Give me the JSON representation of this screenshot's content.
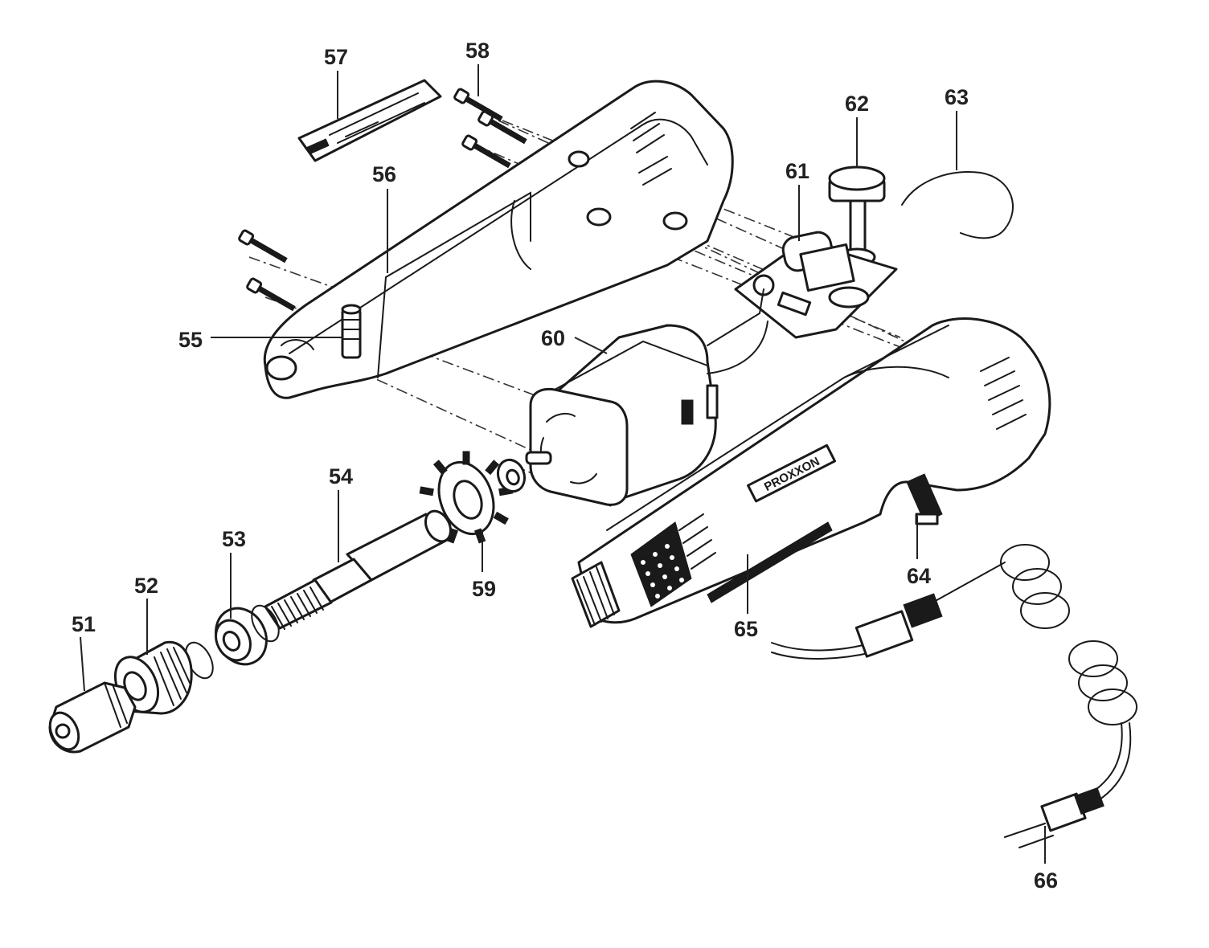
{
  "diagram": {
    "type": "exploded-parts-view",
    "brand_text": "PROXXON",
    "part_labels": {
      "p51": "51",
      "p52": "52",
      "p53": "53",
      "p54": "54",
      "p55": "55",
      "p56": "56",
      "p57": "57",
      "p58": "58",
      "p59": "59",
      "p60": "60",
      "p61": "61",
      "p62": "62",
      "p63": "63",
      "p64": "64",
      "p65": "65",
      "p66": "66"
    }
  }
}
